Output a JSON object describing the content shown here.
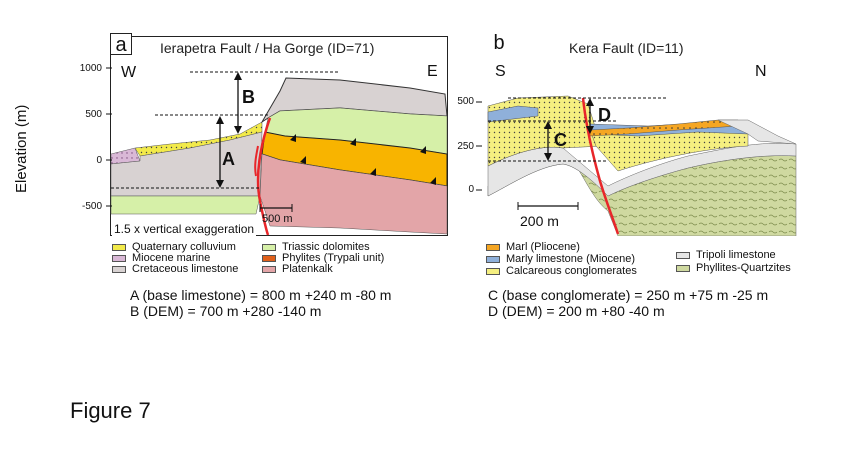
{
  "panel_a": {
    "letter": "a",
    "title": "Ierapetra Fault / Ha Gorge (ID=71)",
    "dir_left": "W",
    "dir_right": "E",
    "axis_label": "Elevation (m)",
    "ticks": [
      "1000",
      "500",
      "0",
      "-500"
    ],
    "label_A": "A",
    "label_B": "B",
    "scale_bar": "500 m",
    "exaggeration": "1.5 x vertical exaggeration",
    "legend": [
      {
        "label": "Quaternary colluvium",
        "color": "#f2ea4a"
      },
      {
        "label": "Miocene marine",
        "color": "#d9b8d6"
      },
      {
        "label": "Cretaceous limestone",
        "color": "#d8d2d2"
      },
      {
        "label": "Triassic dolomites",
        "color": "#d6f0a8"
      },
      {
        "label": "Phylites (Trypali unit)",
        "color": "#e0601a"
      },
      {
        "label": "Platenkalk",
        "color": "#e3a5a8"
      }
    ],
    "eq1": "A (base limestone) = 800 m +240 m -80 m",
    "eq2": "B (DEM) = 700 m +280 -140 m"
  },
  "panel_b": {
    "letter": "b",
    "title": "Kera Fault (ID=11)",
    "dir_left": "S",
    "dir_right": "N",
    "ticks": [
      "500",
      "250",
      "0"
    ],
    "label_C": "C",
    "label_D": "D",
    "scale_bar": "200 m",
    "legend": [
      {
        "label": "Marl (Pliocene)",
        "color": "#f5a623"
      },
      {
        "label": "Marly limestone (Miocene)",
        "color": "#8fb0da"
      },
      {
        "label": "Calcareous conglomerates",
        "color": "#f5ef80"
      },
      {
        "label": "Tripoli limestone",
        "color": "#e6e6e6"
      },
      {
        "label": "Phyllites-Quartzites",
        "color": "#cfd9a0"
      }
    ],
    "eq1": "C (base conglomerate) = 250 m +75 m -25 m",
    "eq2": "D (DEM) = 200 m +80 -40 m"
  },
  "figure_label": "Figure 7",
  "colors": {
    "fault": "#e8262a",
    "orange": "#f8b400",
    "pink": "#e3a5a8",
    "green": "#d6f0a8",
    "grey": "#d8d2d2",
    "yellow": "#f2ea4a",
    "olive": "#cfd9a0",
    "blue": "#8fb0da"
  }
}
